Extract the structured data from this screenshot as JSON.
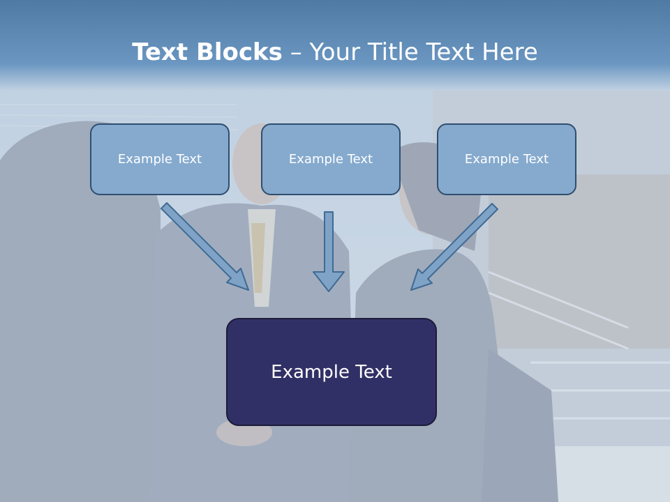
{
  "title": {
    "bold": "Text Blocks",
    "rest": " – Your Title Text Here"
  },
  "blocks": [
    {
      "label": "Example Text"
    },
    {
      "label": "Example Text"
    },
    {
      "label": "Example Text"
    }
  ],
  "center": {
    "label": "Example Text"
  },
  "colors": {
    "header": "#5f8cb8",
    "box_fill": "#85aace",
    "box_border": "#2f4e6f",
    "center_fill": "#313066"
  }
}
